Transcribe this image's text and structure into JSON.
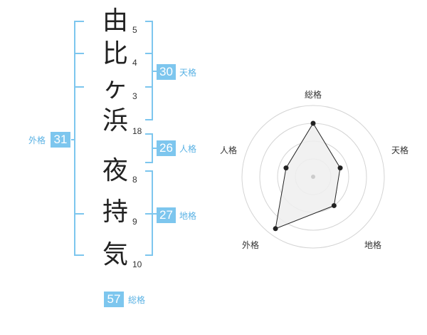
{
  "characters": [
    {
      "char": "由",
      "strokes": "5"
    },
    {
      "char": "比",
      "strokes": "4"
    },
    {
      "char": "ヶ",
      "strokes": "3"
    },
    {
      "char": "浜",
      "strokes": "18"
    },
    {
      "char": "夜",
      "strokes": "8"
    },
    {
      "char": "持",
      "strokes": "9"
    },
    {
      "char": "気",
      "strokes": "10"
    }
  ],
  "fortunes": {
    "tenkaku": {
      "value": "30",
      "label": "天格"
    },
    "jinkaku": {
      "value": "26",
      "label": "人格"
    },
    "chikaku": {
      "value": "27",
      "label": "地格"
    },
    "gaikaku": {
      "value": "31",
      "label": "外格"
    },
    "soukaku": {
      "value": "57",
      "label": "総格"
    }
  },
  "radar": {
    "axes": [
      "総格",
      "天格",
      "地格",
      "外格",
      "人格"
    ],
    "rings": 4,
    "values": [
      0.75,
      0.4,
      0.5,
      0.9,
      0.4
    ],
    "colors": {
      "ring": "#d4d4d4",
      "fill": "#efefef",
      "line": "#222222",
      "point": "#222222",
      "center": "#cccccc"
    }
  },
  "colors": {
    "bracket": "#7dc6ee",
    "badge": "#7dc6ee",
    "badge_label": "#5ab2e4"
  }
}
